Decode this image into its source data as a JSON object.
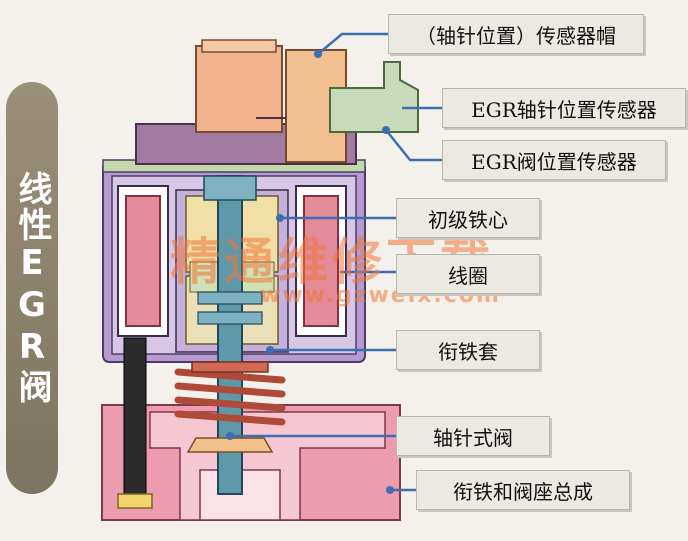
{
  "side_title": "线性EGR阀",
  "labels": {
    "sensor_cap": "（轴针位置）传感器帽",
    "pintle_position_sensor": "EGR轴针位置传感器",
    "valve_position_sensor": "EGR阀位置传感器",
    "primary_core": "初级铁心",
    "coil": "线圈",
    "armature_sleeve": "衔铁套",
    "pintle_valve": "轴针式阀",
    "armature_seat_assembly": "衔铁和阀座总成"
  },
  "watermark": {
    "text": "精通维修下载",
    "url": "www.gzweix.com"
  },
  "colors": {
    "leader_line": "#3d6fb0",
    "housing": "#b59bd1",
    "coil": "#e48a98",
    "core": "#f2dfa8",
    "shaft": "#5f98a8",
    "spring": "#d06a55",
    "base": "#ee9ab0",
    "cap": "#f2b28c",
    "sensor": "#c8dcbc"
  }
}
